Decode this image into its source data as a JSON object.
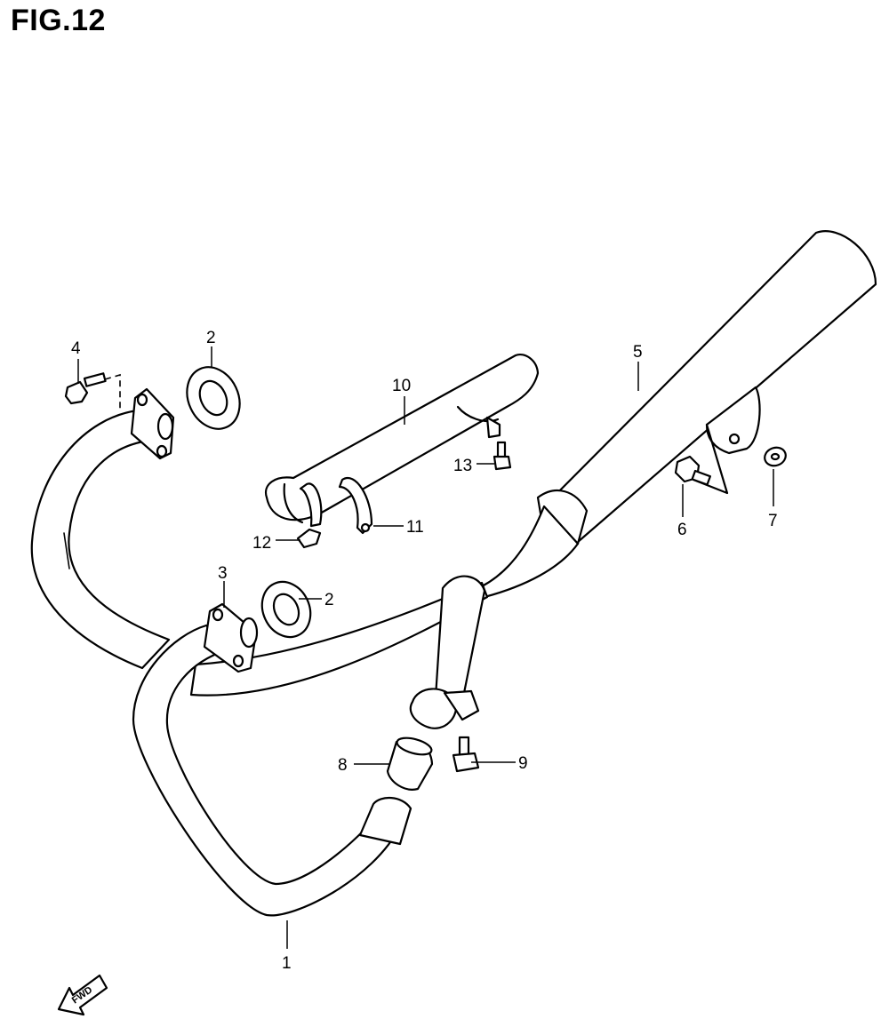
{
  "figure": {
    "title": "FIG.12"
  },
  "callouts": {
    "c1": "1",
    "c2a": "2",
    "c2b": "2",
    "c3": "3",
    "c4": "4",
    "c5": "5",
    "c6": "6",
    "c7": "7",
    "c8": "8",
    "c9": "9",
    "c10": "10",
    "c11": "11",
    "c12": "12",
    "c13": "13"
  },
  "fwd_arrow": {
    "label": "FWD"
  }
}
